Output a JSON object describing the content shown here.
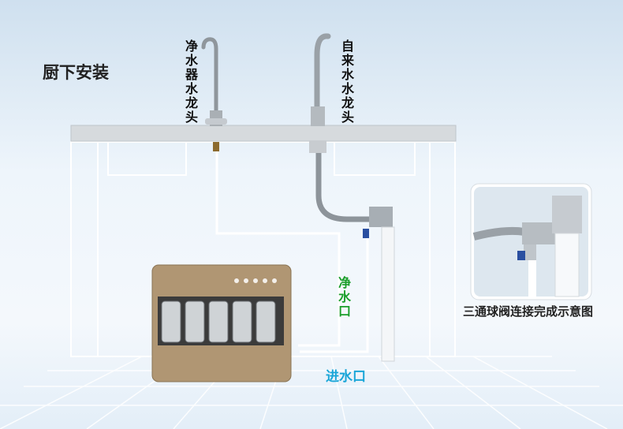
{
  "title": "厨下安装",
  "pure_faucet_label": [
    "净",
    "水",
    "器",
    "水",
    "龙",
    "头"
  ],
  "tap_faucet_label": [
    "自",
    "来",
    "水",
    "水",
    "龙",
    "头"
  ],
  "pure_water_outlet_label": [
    "净",
    "水",
    "口"
  ],
  "water_inlet_label": "进水口",
  "inset_caption": "三通球阀连接完成示意图",
  "colors": {
    "outlet_text": "#1a9e2a",
    "inlet_text": "#1aa6d8",
    "cabinet_line": "#ffffff",
    "counter": "#d6dadd",
    "purifier_panel": "#b09673"
  }
}
